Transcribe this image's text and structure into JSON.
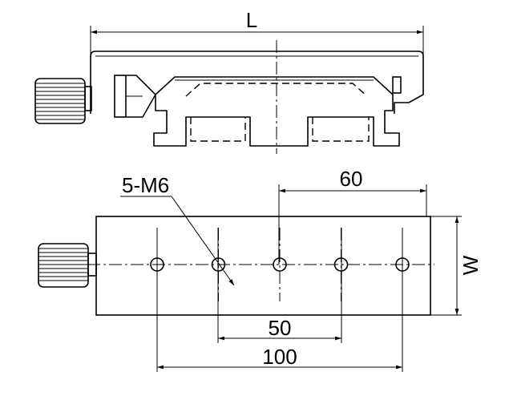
{
  "labels": {
    "length": "L",
    "width": "W",
    "hole_callout": "5-M6",
    "dim_60": "60",
    "dim_50": "50",
    "dim_100": "100"
  },
  "holes": {
    "count": 5
  }
}
